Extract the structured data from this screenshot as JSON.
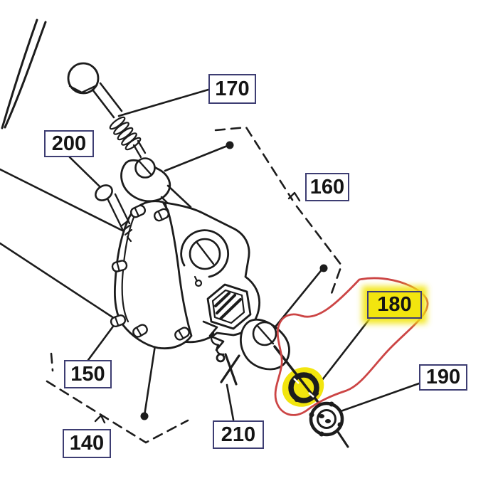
{
  "page": {
    "type": "exploded-parts-diagram",
    "background": "#ffffff"
  },
  "colors": {
    "bg": "#ffffff",
    "line": "#1c1c1c",
    "label-border": "#3d3d72",
    "label-text": "#141414",
    "yellow": "#f2e50e",
    "red": "#cc4545"
  },
  "labels": {
    "p170": {
      "text": "170"
    },
    "p200": {
      "text": "200"
    },
    "p160": {
      "text": "160"
    },
    "p150": {
      "text": "150"
    },
    "p140": {
      "text": "140"
    },
    "p210": {
      "text": "210"
    },
    "p190": {
      "text": "190"
    },
    "p180": {
      "text": "180"
    }
  },
  "annotations": {
    "highlighted_label": "180",
    "highlight_style": "yellow marker on label box and on washer part",
    "selection_mark": "hand-drawn red ellipse around part 180 and its label"
  },
  "parts_shown": [
    {
      "ref": "140",
      "callout": "dashed group boundary, lower left"
    },
    {
      "ref": "150",
      "callout": "leader to wheel stud on hub flange"
    },
    {
      "ref": "160",
      "callout": "dashed group boundary, upper right"
    },
    {
      "ref": "170",
      "callout": "leader to long hex bolt, top"
    },
    {
      "ref": "180",
      "callout": "leader to slotted washer, highlighted yellow, circled red"
    },
    {
      "ref": "190",
      "callout": "leader to castle nut, lower right"
    },
    {
      "ref": "200",
      "callout": "leader to short bolt"
    },
    {
      "ref": "210",
      "callout": "leader to cotter pin"
    }
  ]
}
